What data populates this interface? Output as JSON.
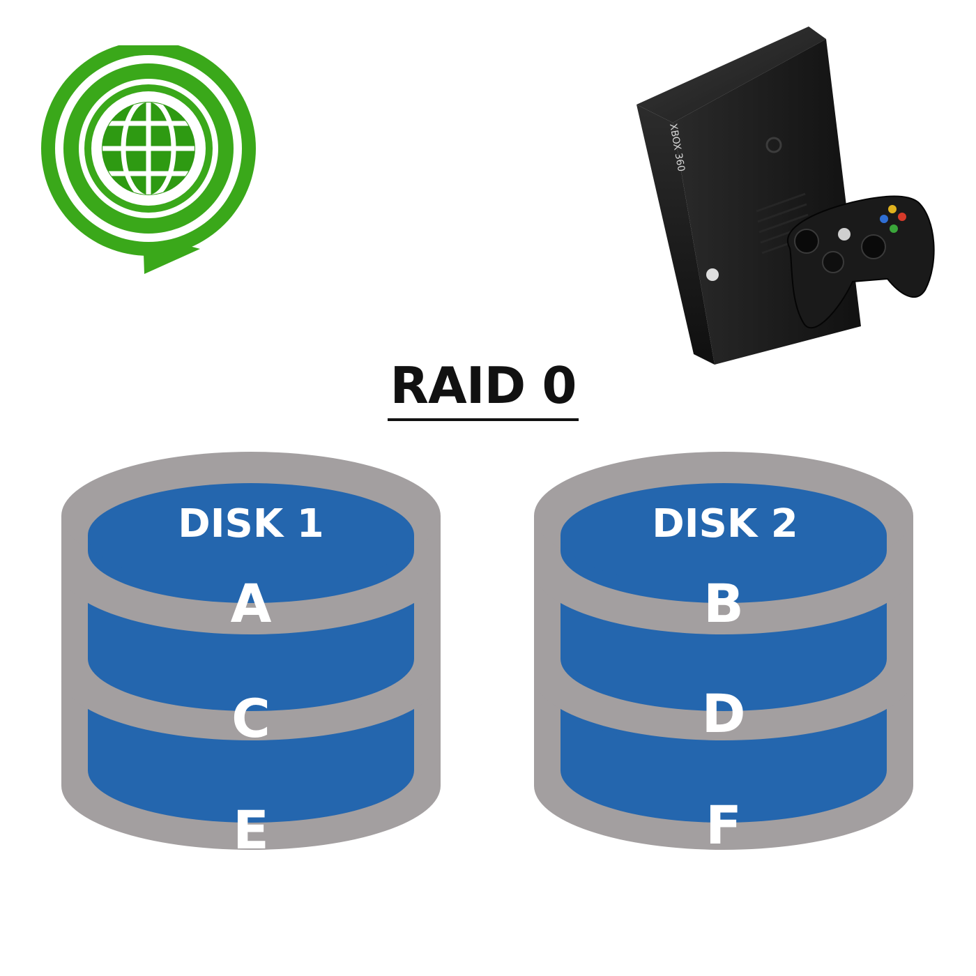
{
  "title": "RAID 0",
  "logo": {
    "icon": "globe-icon",
    "ring_color": "#3aa81a",
    "globe_color": "#2e9a12"
  },
  "console": {
    "icon": "game-console-with-controller",
    "brand_text": "XBOX 360",
    "body_color": "#1c1c1c"
  },
  "colors": {
    "platter": "#2466ae",
    "rim": "#a39fa0"
  },
  "disks": [
    {
      "label": "DISK 1",
      "blocks": [
        "A",
        "C",
        "E"
      ]
    },
    {
      "label": "DISK 2",
      "blocks": [
        "B",
        "D",
        "F"
      ]
    }
  ]
}
